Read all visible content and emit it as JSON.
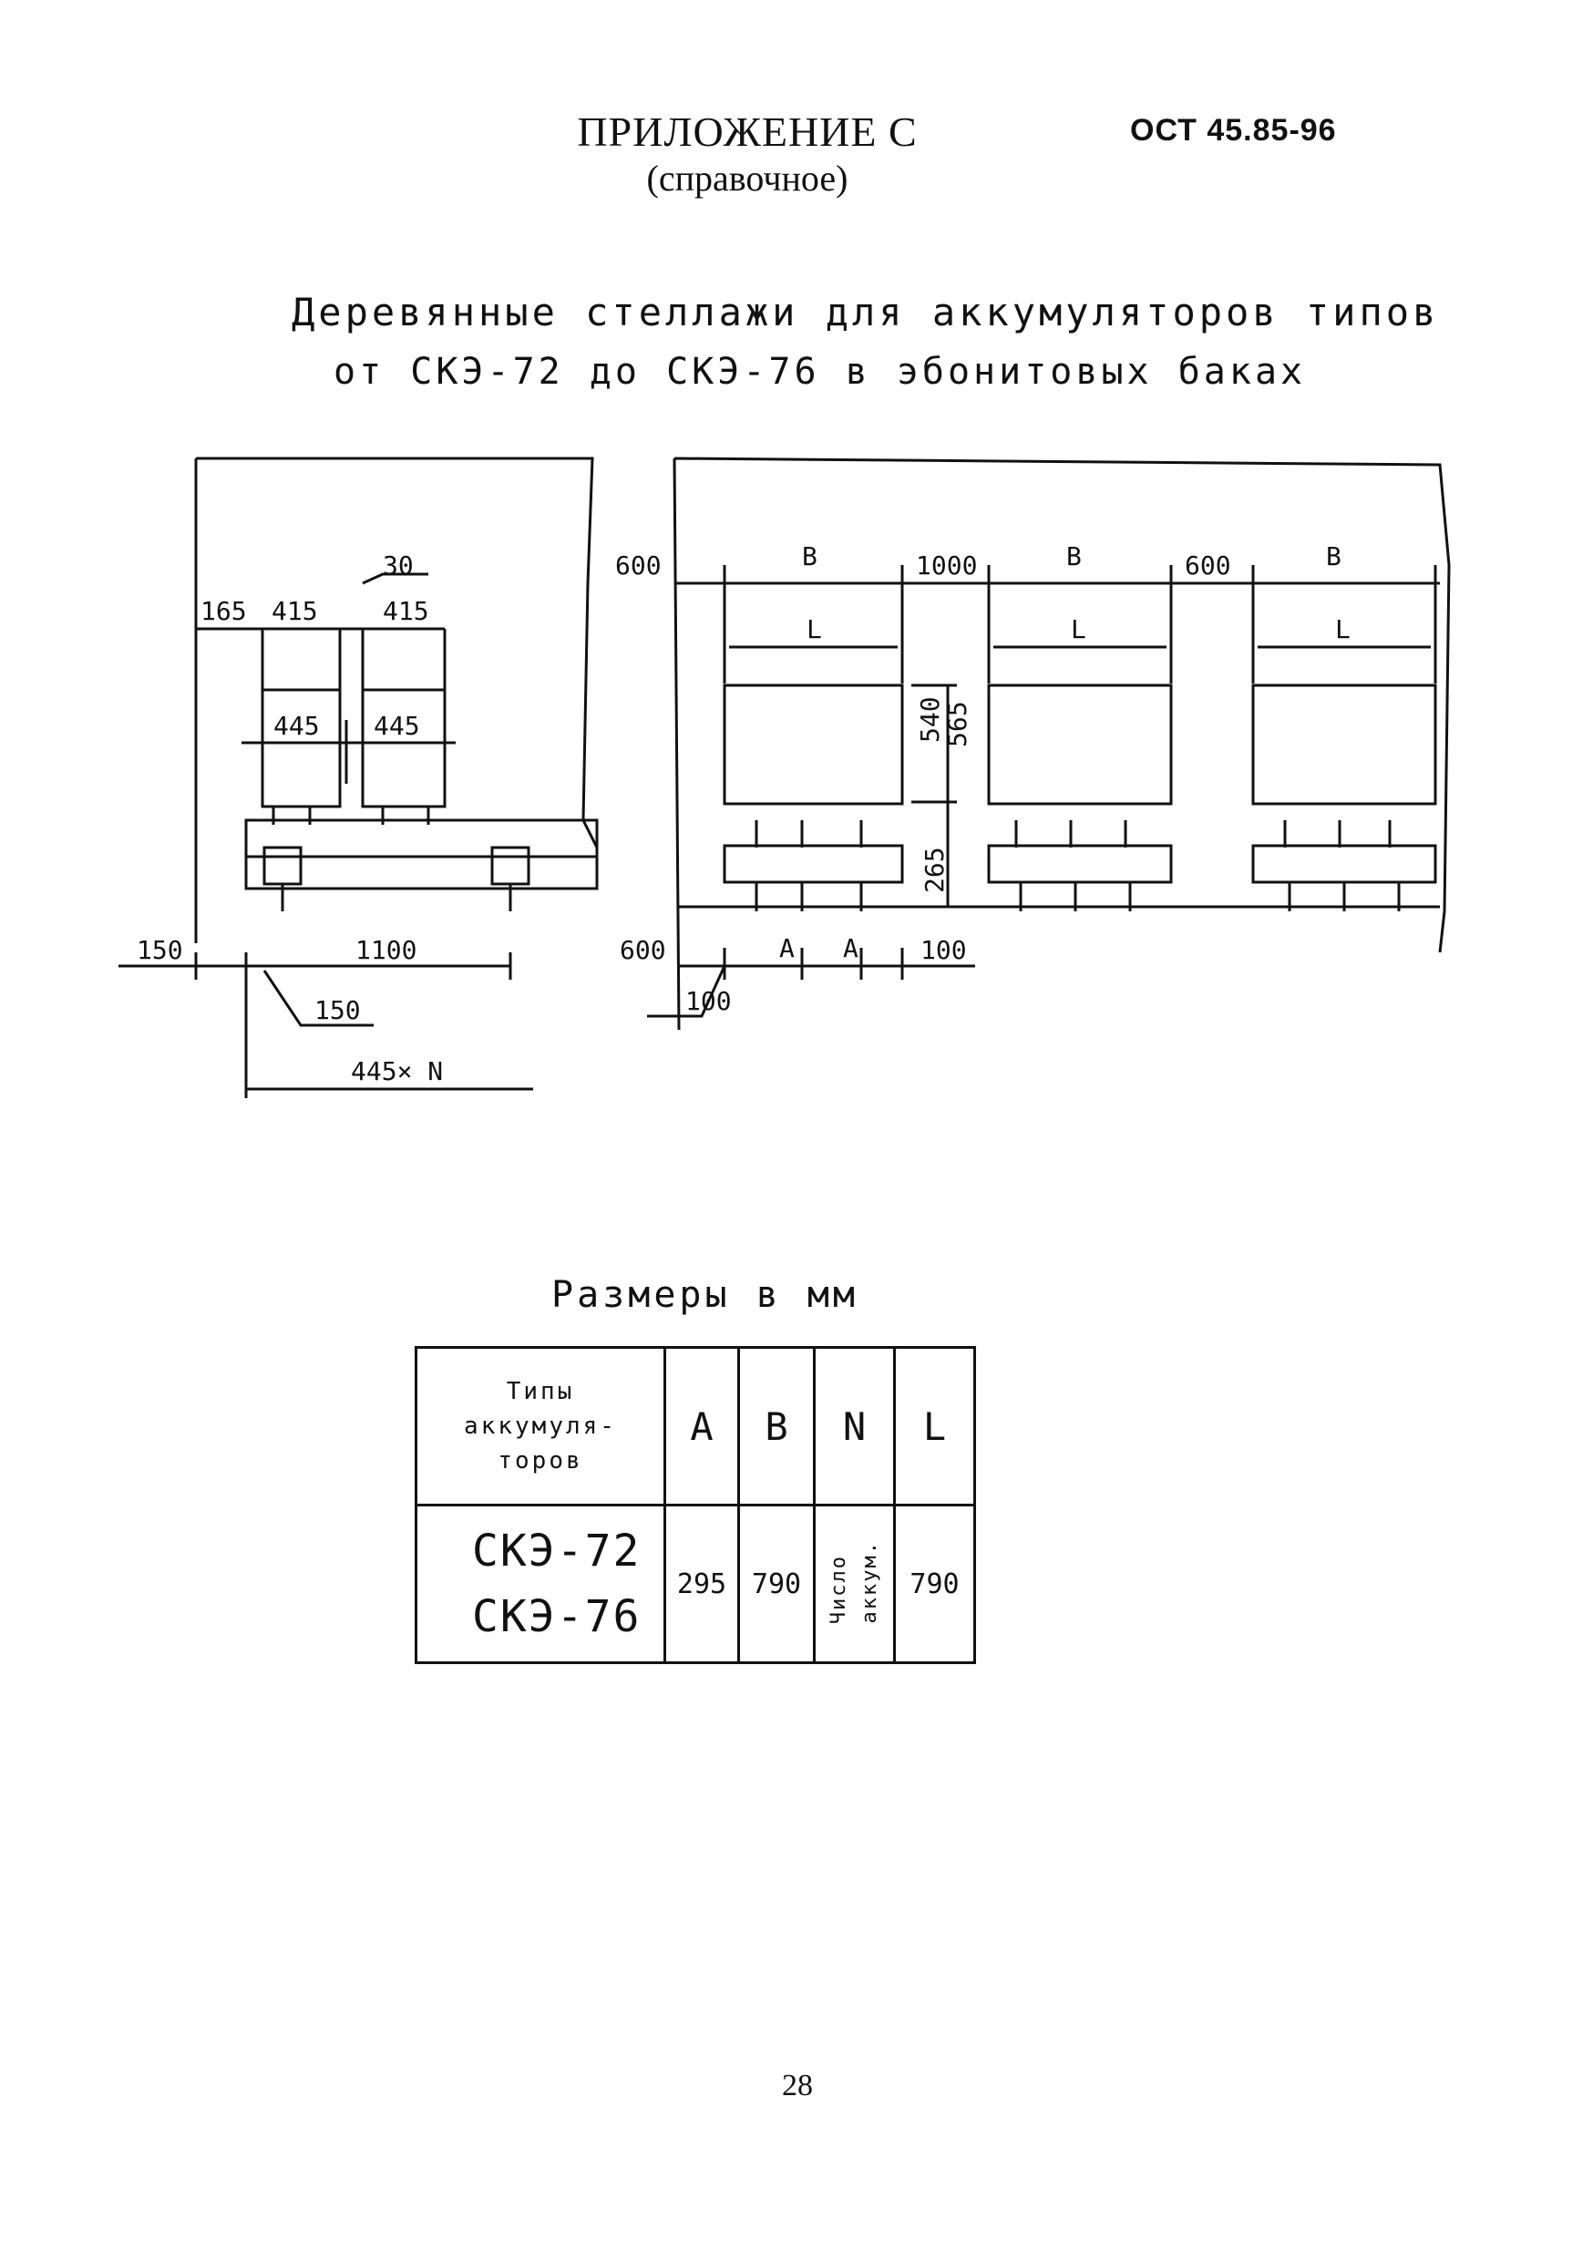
{
  "header": {
    "appendix_title": "ПРИЛОЖЕНИЕ С",
    "appendix_subtitle": "(справочное)",
    "standard_code": "ОСТ 45.85-96"
  },
  "drawing": {
    "title_line1": "Деревянные стеллажи для аккумуляторов типов",
    "title_line2": "от СКЭ-72   до   СКЭ-76 в эбонитовых баках",
    "left_view": {
      "dims_top": [
        "165",
        "415",
        "30",
        "415"
      ],
      "dims_cells": [
        "445",
        "445"
      ],
      "dims_bottom": [
        "150",
        "1100",
        "150",
        "445× N"
      ]
    },
    "right_view": {
      "dims_top": [
        "600",
        "В",
        "1000",
        "В",
        "600",
        "В"
      ],
      "dims_l": [
        "L",
        "L",
        "L"
      ],
      "dims_vertical": [
        "540",
        "565",
        "265"
      ],
      "dims_bottom": [
        "600",
        "А",
        "А",
        "100",
        "100"
      ]
    }
  },
  "table": {
    "caption": "Размеры в мм",
    "header_types": [
      "Типы",
      "аккумуля-",
      "торов"
    ],
    "columns": [
      "А",
      "В",
      "N",
      "L"
    ],
    "row_types": [
      "СКЭ-72",
      "СКЭ-76"
    ],
    "values": {
      "A": "295",
      "B": "790",
      "N_line1": "Число",
      "N_line2": "аккум.",
      "L": "790"
    }
  },
  "footer": {
    "page_number": "28"
  }
}
